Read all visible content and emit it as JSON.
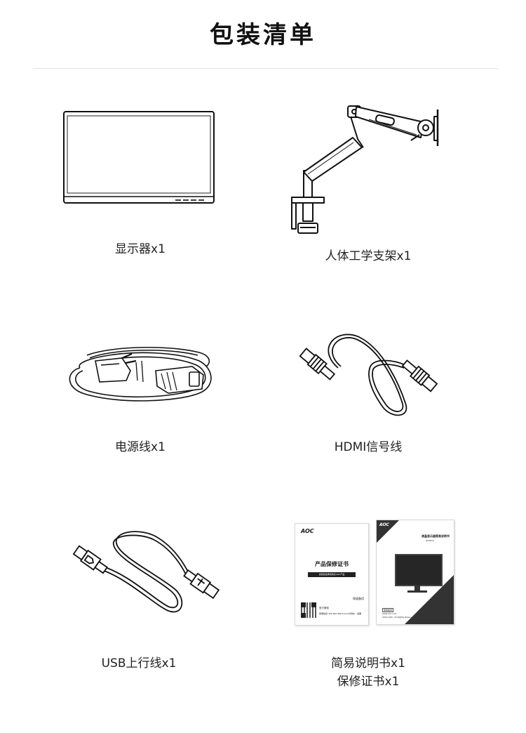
{
  "page_title": "包装清单",
  "items": [
    {
      "caption": "显示器x1",
      "icon": "monitor-icon"
    },
    {
      "caption": "人体工学支架x1",
      "icon": "monitor-arm-icon"
    },
    {
      "caption": "电源线x1",
      "icon": "power-cord-icon"
    },
    {
      "caption": "HDMI信号线",
      "icon": "hdmi-cable-icon"
    },
    {
      "caption": "USB上行线x1",
      "icon": "usb-cable-icon"
    },
    {
      "caption_lines": [
        "简易说明书x1",
        "保修证书x1"
      ],
      "icon": "manuals-icon"
    }
  ],
  "manuals": {
    "warranty": {
      "brand": "AOC",
      "title": "产品保修证书",
      "band": "感谢您选择和购买AOC产品",
      "tag": "保留备用",
      "qr_text": "官方微信",
      "footer": "客服热线 400-887-8007(12:00周末) - 提醒"
    },
    "quick_guide": {
      "brand": "AOC",
      "title": "液晶显示器简易说明书",
      "model": "Q27E1X",
      "badge": "保留备用",
      "url": "www.aoc.com",
      "copyright": "2019 AOC. All Rights Reserved"
    }
  }
}
